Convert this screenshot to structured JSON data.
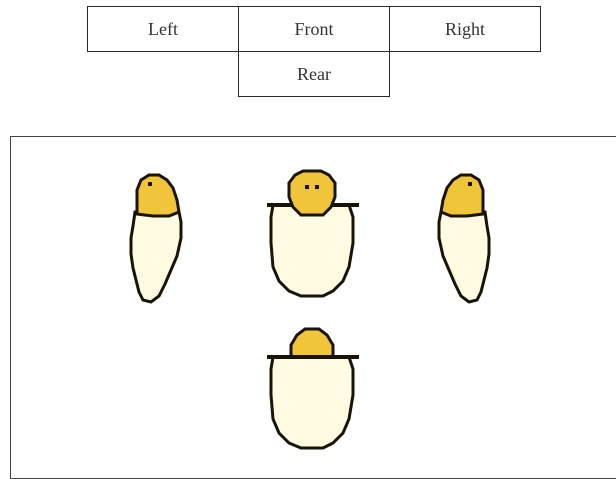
{
  "view_labels": {
    "left": "Left",
    "front": "Front",
    "right": "Right",
    "rear": "Rear"
  },
  "sprites": [
    {
      "view": "left"
    },
    {
      "view": "front"
    },
    {
      "view": "right"
    },
    {
      "view": "rear"
    }
  ],
  "colors": {
    "head": "#f0c53a",
    "body": "#fffbe2",
    "outline": "#1a1408",
    "table_border": "#2a2a2a",
    "panel_border": "#444444"
  }
}
